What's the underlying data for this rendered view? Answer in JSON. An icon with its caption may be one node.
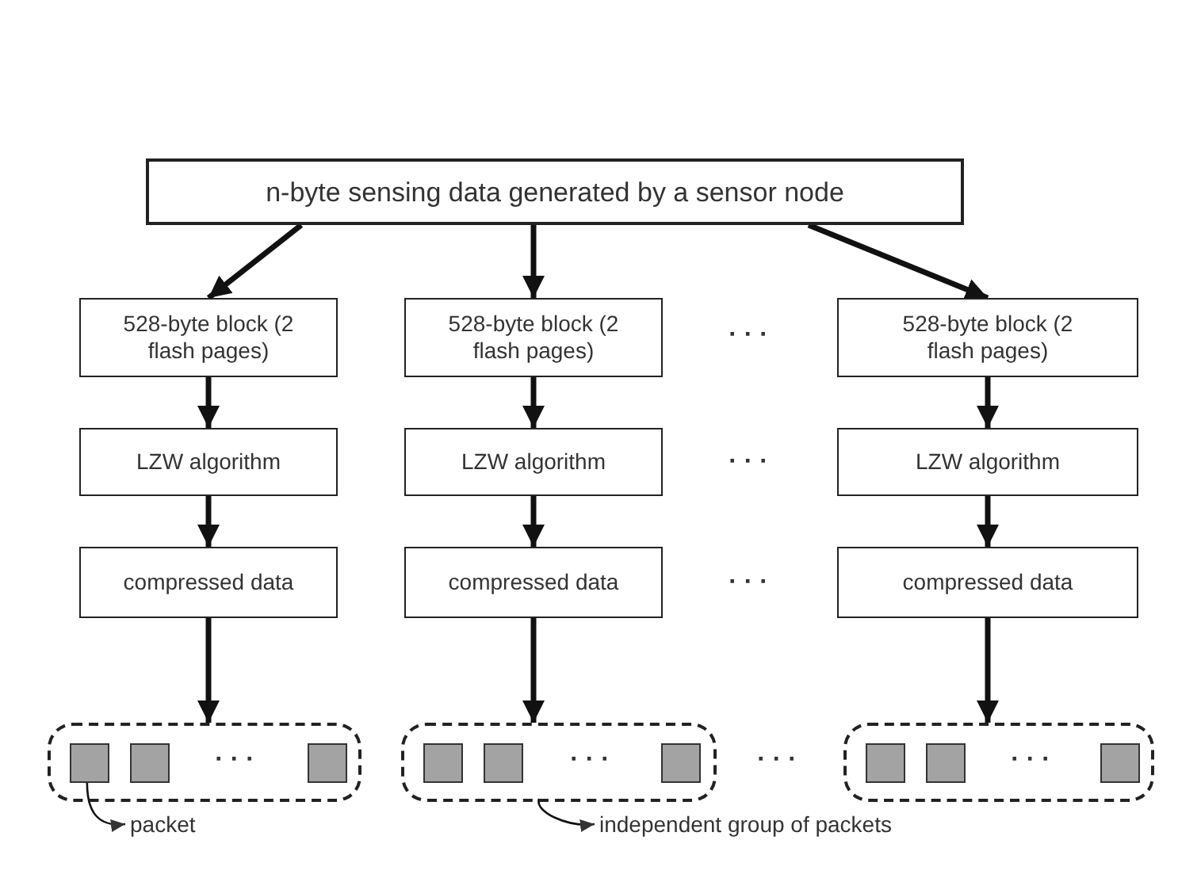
{
  "diagram": {
    "nodes": [
      {
        "text": [
          "n-byte sensing data generated by a sensor node"
        ]
      },
      {
        "text": [
          "528-byte block (2 flash pages)"
        ]
      },
      {
        "text": [
          "528-byte block (2 flash pages)"
        ]
      },
      {
        "text": [
          "528-byte block (2 flash pages)"
        ]
      },
      {
        "text": [
          "LZW algorithm"
        ]
      },
      {
        "text": [
          "LZW algorithm"
        ]
      },
      {
        "text": [
          "LZW algorithm"
        ]
      },
      {
        "text": [
          "compressed data"
        ]
      },
      {
        "text": [
          "compressed data"
        ]
      },
      {
        "text": [
          "compressed data"
        ]
      },
      {
        "text": [],
        "shape": "box"
      },
      {
        "text": [],
        "shape": "box",
        "in": 10
      },
      {
        "text": [],
        "shape": "box",
        "in": 10
      },
      {
        "text": [],
        "shape": "box",
        "in": 10
      },
      {
        "text": [],
        "shape": "box"
      },
      {
        "text": [],
        "shape": "box",
        "in": 14
      },
      {
        "text": [],
        "shape": "box",
        "in": 14
      },
      {
        "text": [],
        "shape": "box",
        "in": 14
      },
      {
        "text": [],
        "shape": "box"
      },
      {
        "text": [],
        "shape": "box",
        "in": 18
      },
      {
        "text": [],
        "shape": "box",
        "in": 18
      },
      {
        "text": [],
        "shape": "box",
        "in": 18
      },
      {
        "text": [
          "packet"
        ]
      },
      {
        "text": [
          "independent group of packets"
        ]
      }
    ],
    "edges": [
      {
        "from": 0,
        "to": 1,
        "arrow": "to"
      },
      {
        "from": 0,
        "to": 2,
        "arrow": "to"
      },
      {
        "from": 0,
        "to": 3,
        "arrow": "to"
      },
      {
        "from": 1,
        "to": 4,
        "arrow": "to"
      },
      {
        "from": 2,
        "to": 5,
        "arrow": "to"
      },
      {
        "from": 3,
        "to": 6,
        "arrow": "to"
      },
      {
        "from": 4,
        "to": 7,
        "arrow": "to"
      },
      {
        "from": 5,
        "to": 8,
        "arrow": "to"
      },
      {
        "from": 6,
        "to": 9,
        "arrow": "to"
      },
      {
        "from": 7,
        "to": 10,
        "arrow": "to"
      },
      {
        "from": 8,
        "to": 14,
        "arrow": "to"
      },
      {
        "from": 9,
        "to": 18,
        "arrow": "to"
      },
      {
        "from": 11,
        "to": 22,
        "arrow": "to"
      },
      {
        "from": 14,
        "to": 23,
        "arrow": "to"
      }
    ],
    "labels": [
      "· · ·",
      "· · ·",
      "· · ·",
      "· · ·",
      "· · ·",
      "· · ·",
      "· · ·"
    ]
  }
}
